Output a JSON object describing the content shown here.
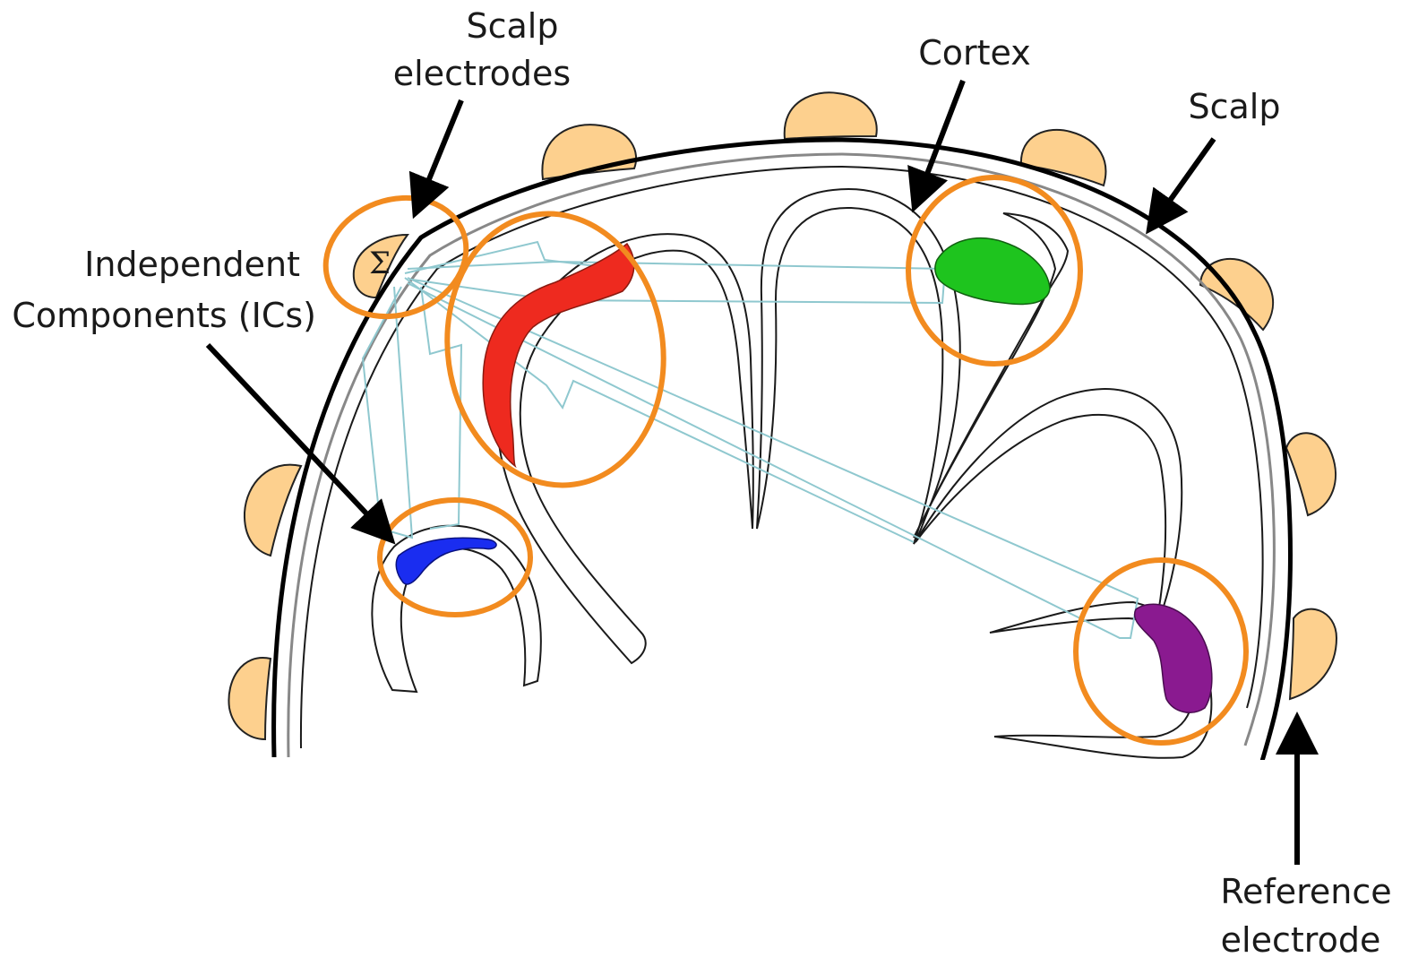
{
  "labels": {
    "scalp_electrodes_line1": "Scalp",
    "scalp_electrodes_line2": "electrodes",
    "cortex": "Cortex",
    "scalp": "Scalp",
    "ics_line1": "Independent",
    "ics_line2": "Components (ICs)",
    "reference_line1": "Reference",
    "reference_line2": "electrode",
    "sigma": "Σ"
  },
  "colors": {
    "electrode": "#fdd08e",
    "highlight_ring": "#f28b1f",
    "connection": "#8fc8cf",
    "source_red": "#ee2a1f",
    "source_green": "#1ec41e",
    "source_blue": "#1a2df0",
    "source_purple": "#8a1a90"
  }
}
